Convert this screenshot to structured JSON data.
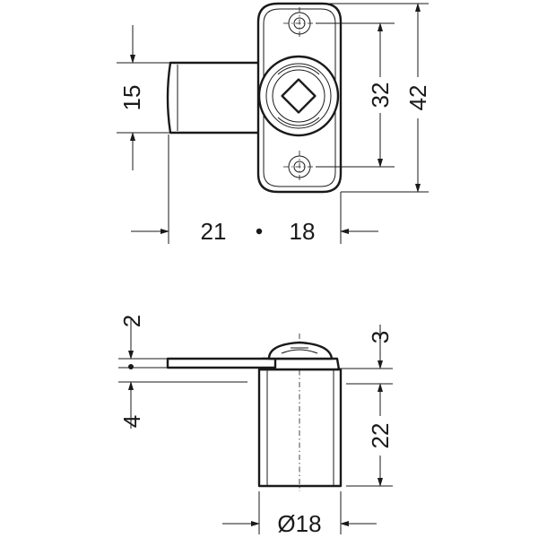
{
  "top_view": {
    "dim_height_15": "15",
    "dim_height_32": "32",
    "dim_height_42": "42",
    "dim_width_21": "21",
    "dim_width_18": "18"
  },
  "side_view": {
    "dim_2": "2",
    "dim_4": "4",
    "dim_3": "3",
    "dim_22": "22",
    "dim_diameter_18": "Ø18"
  }
}
